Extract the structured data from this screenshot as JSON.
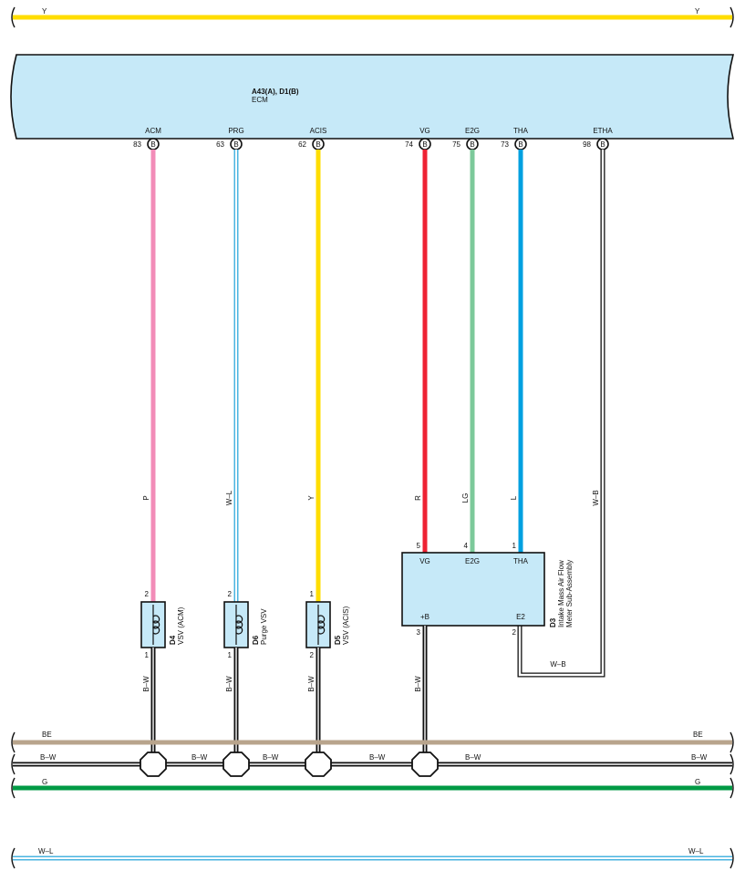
{
  "colors": {
    "Y": "#ffdd00",
    "P": "#f28cb8",
    "W-L": "#4bb4e0",
    "R": "#ee2233",
    "LG": "#7cc99a",
    "L": "#00a0e0",
    "BE": "#b8a48c",
    "G": "#009a44",
    "B": "#111111",
    "ecm_fill": "#c6e9f8"
  },
  "ecm": {
    "code": "A43(A), D1(B)",
    "name": "ECM",
    "pins": [
      {
        "name": "ACM",
        "num": "83",
        "conn": "B"
      },
      {
        "name": "PRG",
        "num": "63",
        "conn": "B"
      },
      {
        "name": "ACIS",
        "num": "62",
        "conn": "B"
      },
      {
        "name": "VG",
        "num": "74",
        "conn": "B"
      },
      {
        "name": "E2G",
        "num": "75",
        "conn": "B"
      },
      {
        "name": "THA",
        "num": "73",
        "conn": "B"
      },
      {
        "name": "ETHA",
        "num": "98",
        "conn": "B"
      }
    ]
  },
  "wires": {
    "acm": "P",
    "prg": "W–L",
    "acis": "Y",
    "vg": "R",
    "e2g": "LG",
    "tha": "L",
    "etha": "W–B",
    "etha_loop": "W–B"
  },
  "vsv_acm": {
    "code": "D4",
    "name": "VSV (ACM)",
    "pin_top": "2",
    "pin_bottom": "1",
    "ground_wire": "B–W"
  },
  "vsv_purge": {
    "code": "D6",
    "name": "Purge VSV",
    "pin_top": "2",
    "pin_bottom": "1",
    "ground_wire": "B–W"
  },
  "vsv_acis": {
    "code": "D5",
    "name": "VSV (ACIS)",
    "pin_top": "1",
    "pin_bottom": "2",
    "ground_wire": "B–W"
  },
  "maf": {
    "code": "D3",
    "name_line1": "Intake Mass Air Flow",
    "name_line2": "Meter Sub-Assembly",
    "pins_top": [
      {
        "num": "5",
        "name": "VG"
      },
      {
        "num": "4",
        "name": "E2G"
      },
      {
        "num": "1",
        "name": "THA"
      }
    ],
    "pin_plus_b": {
      "num": "3",
      "name": "+B"
    },
    "pin_e2": {
      "num": "2",
      "name": "E2"
    },
    "ground_wire": "B–W"
  },
  "buses": {
    "top_y": {
      "left": "Y",
      "right": "Y"
    },
    "be": {
      "left": "BE",
      "right": "BE"
    },
    "bw": {
      "segments": [
        "B–W",
        "B–W",
        "B–W",
        "B–W",
        "B–W",
        "B–W"
      ]
    },
    "g": {
      "left": "G",
      "right": "G"
    },
    "wl": {
      "left": "W–L",
      "right": "W–L"
    }
  }
}
